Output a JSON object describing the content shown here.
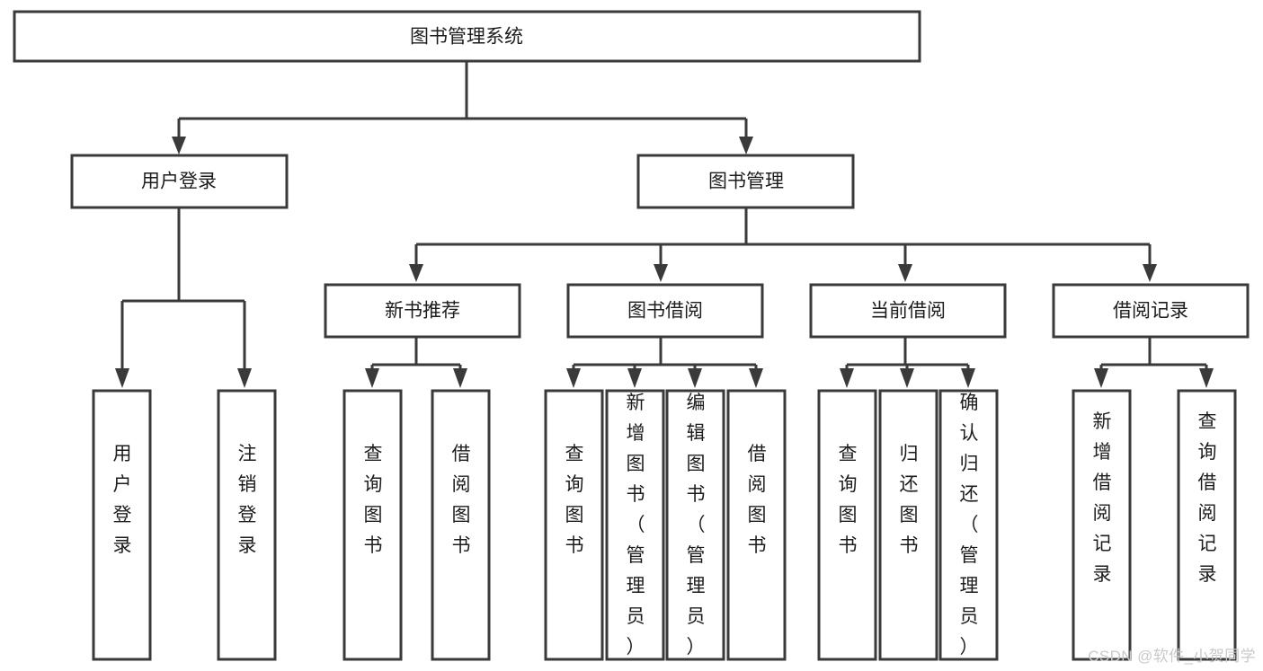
{
  "diagram": {
    "title": "图书管理系统",
    "type": "tree-hierarchy",
    "watermark": "CSDN @软件_小贺同学",
    "colors": {
      "background": "#ffffff",
      "box_stroke": "#3a3a3a",
      "box_fill": "#ffffff",
      "text": "#1c1c1c",
      "connector": "#3a3a3a",
      "watermark": "#c9c9c9"
    },
    "root": {
      "label": "图书管理系统"
    },
    "level2": [
      {
        "label": "用户登录"
      },
      {
        "label": "图书管理"
      }
    ],
    "level3": [
      {
        "label": "新书推荐"
      },
      {
        "label": "图书借阅"
      },
      {
        "label": "当前借阅"
      },
      {
        "label": "借阅记录"
      }
    ],
    "leaves": {
      "user_login": [
        {
          "label": "用户登录"
        },
        {
          "label": "注销登录"
        }
      ],
      "new_book_recommend": [
        {
          "label": "查询图书"
        },
        {
          "label": "借阅图书"
        }
      ],
      "book_borrow": [
        {
          "label": "查询图书"
        },
        {
          "label": "新增图书（管理员）"
        },
        {
          "label": "编辑图书（管理员）"
        },
        {
          "label": "借阅图书"
        }
      ],
      "current_borrow": [
        {
          "label": "查询图书"
        },
        {
          "label": "归还图书"
        },
        {
          "label": "确认归还（管理员）"
        }
      ],
      "borrow_records": [
        {
          "label": "新增借阅记录"
        },
        {
          "label": "查询借阅记录"
        }
      ]
    }
  }
}
